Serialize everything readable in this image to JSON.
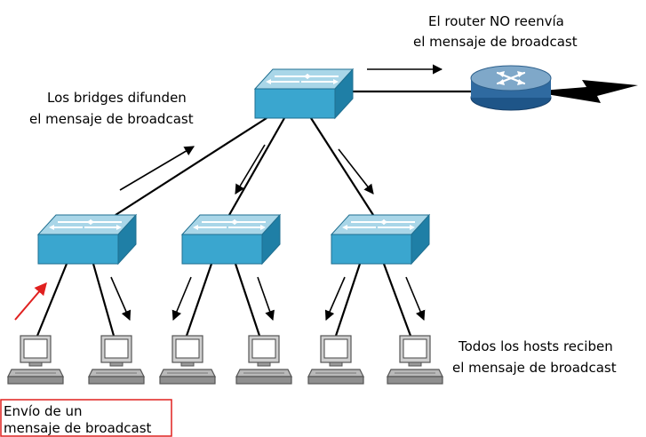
{
  "labels": {
    "router_line1": "El router NO reenvía",
    "router_line2": "el mensaje de broadcast",
    "bridges_line1": "Los bridges difunden",
    "bridges_line2": "el mensaje de broadcast",
    "hosts_line1": "Todos los hosts reciben",
    "hosts_line2": "el mensaje de broadcast",
    "sender_line1": "Envío de un",
    "sender_line2": "mensaje de broadcast"
  },
  "colors": {
    "switch_top": "#a9d6e8",
    "switch_front": "#3aa6cf",
    "switch_side": "#1f7fa6",
    "router_top": "#7fa8c9",
    "router_body": "#2f6aa0",
    "sender_arrow": "#e0201f",
    "sender_box": "#e0201f"
  },
  "icons": {
    "switch": "switch-icon",
    "router": "router-icon",
    "host": "computer-icon",
    "wan": "lightning-icon"
  }
}
